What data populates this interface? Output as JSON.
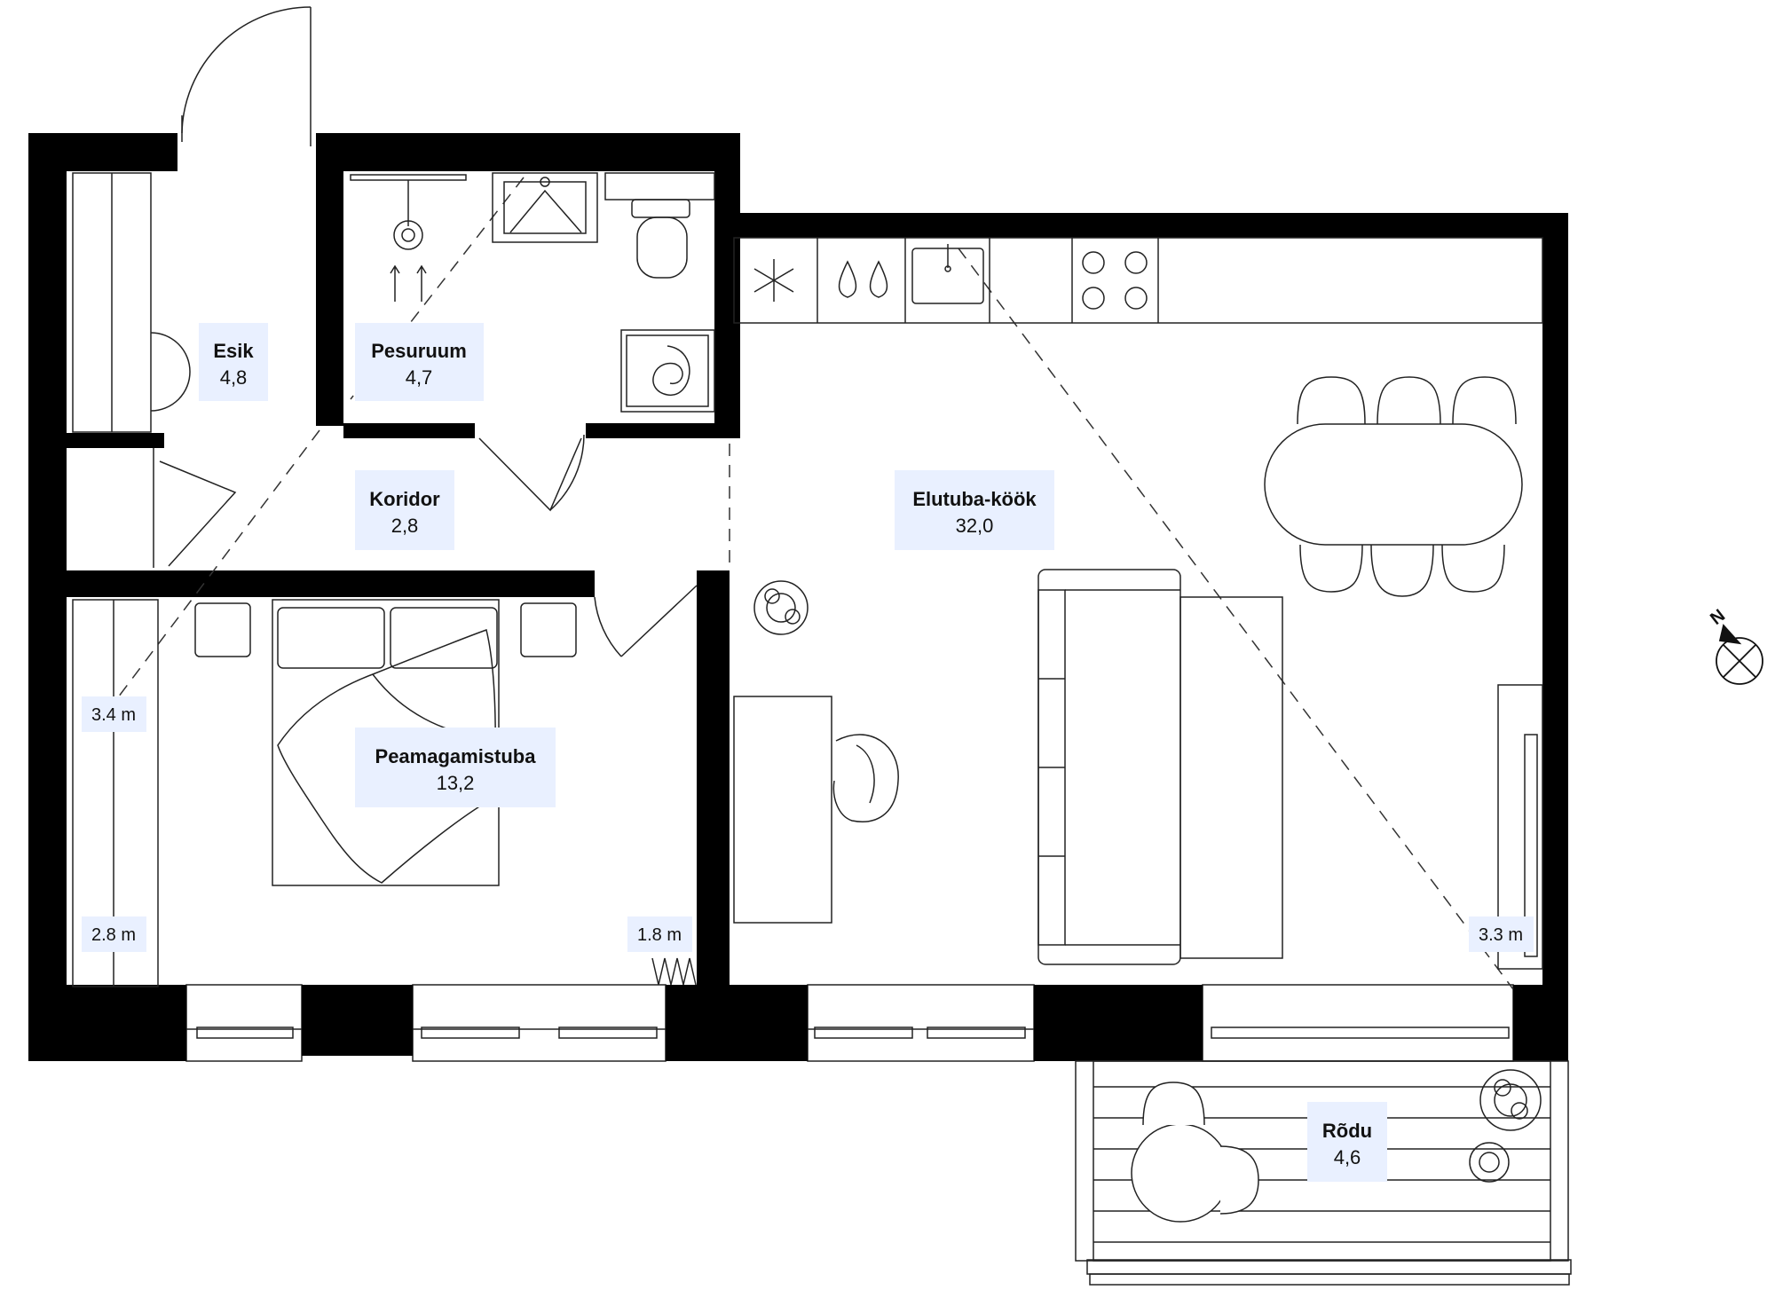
{
  "colors": {
    "wall": "#000000",
    "label_bg": "#e9f0ff",
    "line": "#222222",
    "background": "#ffffff"
  },
  "rooms": {
    "esik": {
      "name": "Esik",
      "area": "4,8"
    },
    "pesuruum": {
      "name": "Pesuruum",
      "area": "4,7"
    },
    "koridor": {
      "name": "Koridor",
      "area": "2,8"
    },
    "elutuba": {
      "name": "Elutuba-köök",
      "area": "32,0"
    },
    "peamagamistuba": {
      "name": "Peamagamistuba",
      "area": "13,2"
    },
    "rodu": {
      "name": "Rõdu",
      "area": "4,6"
    }
  },
  "dimensions": {
    "wardrobe_top": "3.4 m",
    "wardrobe_bottom": "2.8 m",
    "bedroom_corner": "1.8 m",
    "living_corner": "3.3 m"
  },
  "compass": {
    "label": "N",
    "icon": "compass-icon"
  }
}
